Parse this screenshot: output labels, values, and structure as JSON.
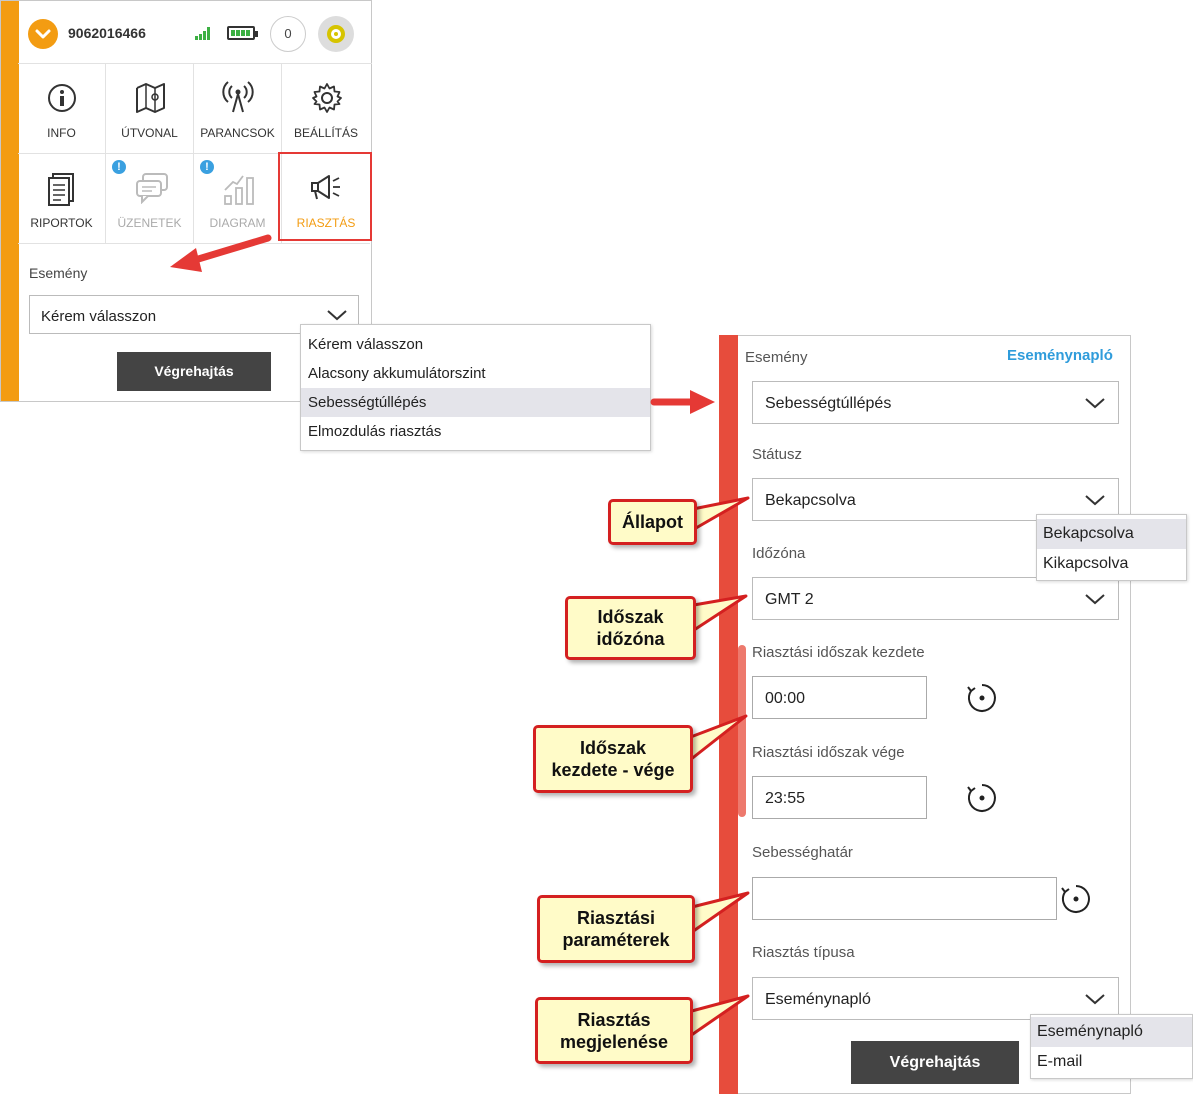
{
  "panel_a": {
    "phone_number": "9062016466",
    "notification_count": "0",
    "tiles": [
      {
        "label": "INFO"
      },
      {
        "label": "ÚTVONAL"
      },
      {
        "label": "PARANCSOK"
      },
      {
        "label": "BEÁLLÍTÁS"
      },
      {
        "label": "RIPORTOK"
      },
      {
        "label": "ÜZENETEK",
        "badge": "!"
      },
      {
        "label": "DIAGRAM",
        "badge": "!"
      },
      {
        "label": "RIASZTÁS"
      }
    ],
    "event_label": "Esemény",
    "event_select_value": "Kérem válasszon",
    "execute_label": "Végrehajtás",
    "event_options": [
      "Kérem válasszon",
      "Alacsony akkumulátorszint",
      "Sebességtúllépés",
      "Elmozdulás riasztás"
    ],
    "event_options_selected": "Sebességtúllépés"
  },
  "panel_b": {
    "event_label": "Esemény",
    "event_log_link": "Eseménynapló",
    "event_value": "Sebességtúllépés",
    "status_label": "Státusz",
    "status_value": "Bekapcsolva",
    "status_options": [
      "Bekapcsolva",
      "Kikapcsolva"
    ],
    "timezone_label": "Időzóna",
    "timezone_value": "GMT 2",
    "start_label": "Riasztási időszak kezdete",
    "start_value": "00:00",
    "end_label": "Riasztási időszak vége",
    "end_value": "23:55",
    "speed_limit_label": "Sebességhatár",
    "speed_limit_value": "",
    "alert_type_label": "Riasztás típusa",
    "alert_type_value": "Eseménynapló",
    "alert_type_options": [
      "Eseménynapló",
      "E-mail"
    ],
    "execute_label": "Végrehajtás"
  },
  "callouts": {
    "allapot": "Állapot",
    "idoszak_idozona": "Időszak\nidőzóna",
    "idoszak_kezdete": "Időszak\nkezdete - vége",
    "riasztasi_parameterek": "Riasztási\nparaméterek",
    "riasztas_megjelenese": "Riasztás\nmegjelenése"
  },
  "colors": {
    "accent_orange": "#f39c12",
    "accent_red": "#e74c3c",
    "link_blue": "#2f9cdb",
    "callout_fill": "#fffbc8",
    "callout_border": "#d42020"
  }
}
